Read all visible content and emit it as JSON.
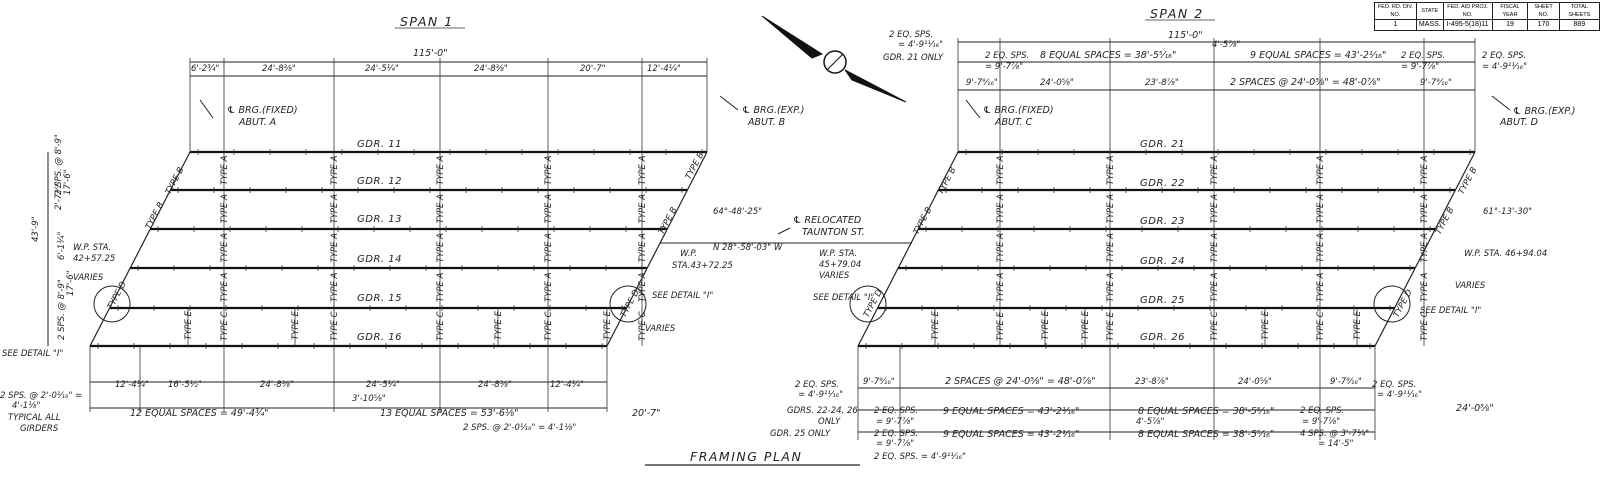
{
  "title_block": {
    "headers": [
      "FED. RD. DIV. NO.",
      "STATE",
      "FED. AID PROJ. NO.",
      "FISCAL YEAR",
      "SHEET NO.",
      "TOTAL SHEETS"
    ],
    "values": [
      "1",
      "MASS.",
      "I-495-5(18)11",
      "19",
      "170",
      "889"
    ]
  },
  "drawing_title": "FRAMING PLAN",
  "spans": [
    "SPAN 1",
    "SPAN 2"
  ],
  "girders_span1": [
    "GDR. 11",
    "GDR. 12",
    "GDR. 13",
    "GDR. 14",
    "GDR. 15",
    "GDR. 16"
  ],
  "girders_span2": [
    "GDR. 21",
    "GDR. 22",
    "GDR. 23",
    "GDR. 24",
    "GDR. 25",
    "GDR. 26"
  ],
  "span1_dims": {
    "overall": "115'-0\"",
    "top": [
      "6'-2¾\"",
      "24'-8⅜\"",
      "24'-5¼\"",
      "24'-8⅜\"",
      "20'-7\"",
      "12'-4¼\""
    ],
    "bottom": [
      "12'-4¼\"",
      "16'-5½\"",
      "24'-8⅜\"",
      "24'-5¼\"",
      "24'-8⅜\"",
      "12'-4¼\""
    ],
    "spaces_12": "12 EQUAL SPACES = 49'-4¾\"",
    "spaces_13": "13 EQUAL SPACES = 53'-6⅛\"",
    "left_dim": "3'-10⅝\"",
    "right_dim": "20'-7\"",
    "two_sps": "2 SPS. @ 2'-0¹⁄₁₆\" = 4'-1⅛\""
  },
  "span1_labels": {
    "brg_fixed": "℄ BRG.(FIXED)",
    "abut_a": "ABUT. A",
    "brg_exp": "℄ BRG.(EXP.)",
    "abut_b": "ABUT. B",
    "relocated": "℄ RELOCATED",
    "taunton": "TAUNTON ST.",
    "bearing": "N 28°-58'-03\" W",
    "angle1": "64°-48'-25\"",
    "wp_a1": "W.P. STA.",
    "wp_a2": "42+57.25",
    "wp_b1": "W.P.",
    "wp_b2": "STA.43+72.25",
    "varies": "VARIES",
    "see_detail": "SEE DETAIL \"I\"",
    "total_width": "43'-9\"",
    "left_a": "2'-7½\"",
    "left_b": "2 SPS. @ 8'-9\"",
    "left_c": "17'-6\"",
    "left_d": "6'-1¼\"",
    "left_e": "2 SPS. @ 8'-9\"",
    "left_f": "17'-6\"",
    "sps_typ1": "2 SPS. @ 2'-0¹⁄₁₆\" =",
    "sps_typ2": "4'-1⅛\"",
    "typical_all": "TYPICAL ALL",
    "girders": "GIRDERS"
  },
  "span2_dims": {
    "overall": "115'-0\"",
    "top_row1": [
      "8 EQUAL SPACES = 38'-5⁵⁄₁₆\"",
      "9 EQUAL SPACES = 43'-2¹⁄₁₆\""
    ],
    "top_row2": [
      "9'-7⁹⁄₁₆\"",
      "24'-0⅝\"",
      "23'-8⅞\"",
      "2 SPACES @ 24'-0⅝\" = 48'-0⅞\"",
      "9'-7⁹⁄₁₆\""
    ],
    "bottom_row1": [
      "9'-7⁹⁄₁₆\"",
      "2 SPACES @ 24'-0⅝\" = 48'-0⅞\"",
      "23'-8⅞\"",
      "24'-0⅝\"",
      "9'-7⁹⁄₁₆\""
    ],
    "bottom_row2": [
      "9 EQUAL SPACES = 43'-2¹⁄₁₆\"",
      "8 EQUAL SPACES = 38'-5⁵⁄₁₆\""
    ],
    "bottom_row3": [
      "9 EQUAL SPACES = 43'-2¹⁄₁₆\"",
      "8 EQUAL SPACES = 38'-5⁵⁄₁₆\""
    ],
    "right_dim": "24'-0⅝\""
  },
  "span2_labels": {
    "two_eq": "2 EQ. SPS.",
    "eq_val": "= 4'-9¹¹⁄₁₆\"",
    "gdr21_only": "GDR. 21 ONLY",
    "eq_small": "= 9'-7⅞\"",
    "four_small": "4'-5⅞\"",
    "brg_fixed": "℄ BRG.(FIXED)",
    "abut_c": "ABUT. C",
    "brg_exp": "℄ BRG.(EXP.)",
    "abut_d": "ABUT. D",
    "angle2": "61°-13'-30\"",
    "wp_c1": "W.P. STA.",
    "wp_c2": "45+79.04",
    "wp_d": "W.P. STA. 46+94.04",
    "varies": "VARIES",
    "see_detail": "SEE DETAIL \"I\"",
    "gdrs_22": "GDRS. 22-24, 26",
    "only": "ONLY",
    "gdr25_only": "GDR. 25 ONLY",
    "eq_bottom": "2 EQ. SPS. = 4'-9¹¹⁄₁₆\"",
    "four_sps": "4 SPS. @ 3'-7¼\"",
    "four_sps_val": "= 14'-5\""
  },
  "type_labels": {
    "a": "TYPE A",
    "b": "TYPE B",
    "c": "TYPE C",
    "d": "TYPE D",
    "e": "TYPE E"
  }
}
